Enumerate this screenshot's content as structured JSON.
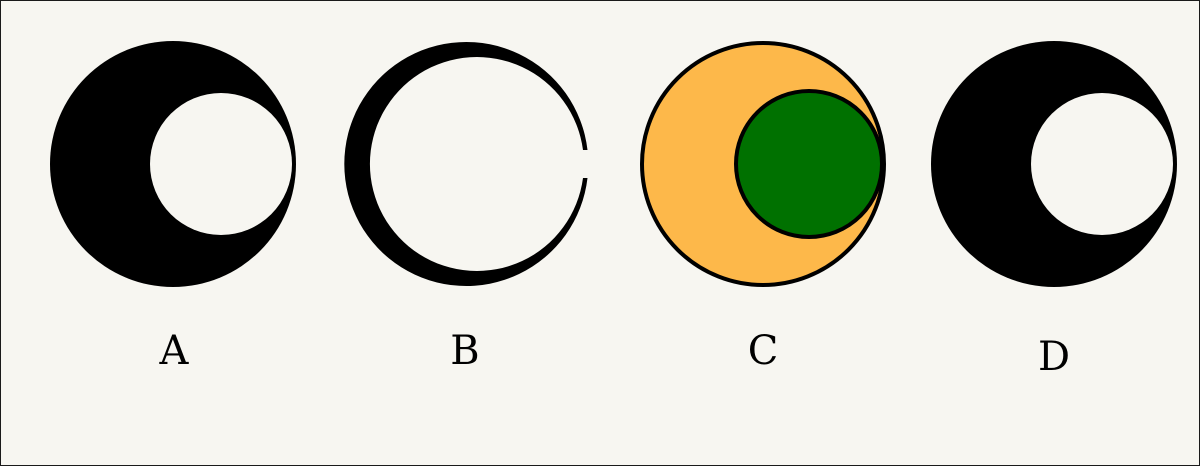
{
  "options": [
    {
      "label": "A",
      "icon": "black-crescent-with-inner-circle-hole"
    },
    {
      "label": "B",
      "icon": "open-ring-crescent"
    },
    {
      "label": "C",
      "icon": "orange-circle-with-green-inner-circle"
    },
    {
      "label": "D",
      "icon": "black-crescent-with-inner-circle-hole"
    }
  ],
  "colors": {
    "background": "#f7f6f1",
    "black": "#000000",
    "orange": "#fdb84a",
    "green": "#007100",
    "border": "#1a1a1a"
  }
}
